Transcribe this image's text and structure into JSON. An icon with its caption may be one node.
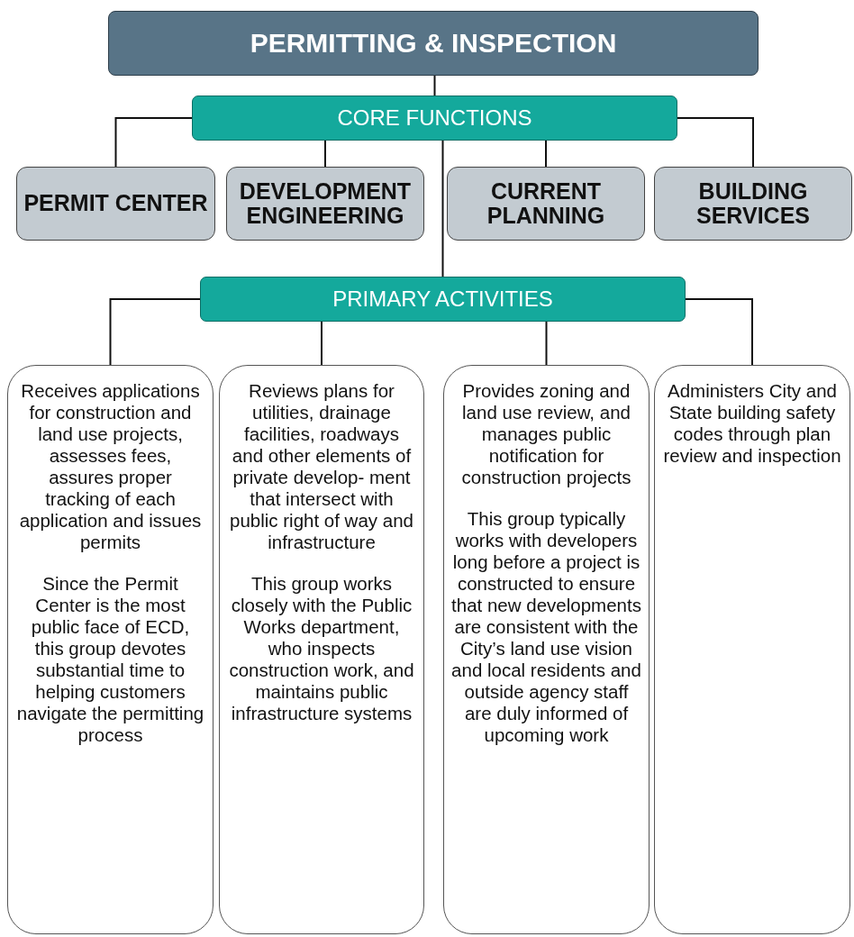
{
  "diagram": {
    "nodes": [
      {
        "text": [
          "PERMITTING & INSPECTION"
        ]
      },
      {
        "text": [
          "CORE FUNCTIONS"
        ]
      },
      {
        "text": [
          "PERMIT CENTER"
        ]
      },
      {
        "text": [
          "DEVELOPMENT ENGINEERING"
        ]
      },
      {
        "text": [
          "CURRENT PLANNING"
        ]
      },
      {
        "text": [
          "BUILDING SERVICES"
        ]
      },
      {
        "text": [
          "PRIMARY ACTIVITIES"
        ]
      },
      {
        "text": [
          "Receives applications for construction and land use projects, assesses fees, assures proper tracking of each application and issues permits",
          "Since the Permit Center is the most public face of ECD, this group devotes substantial time to helping customers navigate the permitting process"
        ]
      },
      {
        "text": [
          "Reviews plans for utilities, drainage facilities, roadways and other elements of private develop- ment that intersect with public right of way and infrastructure",
          "This group works closely with the Public Works department, who inspects construction work, and maintains public infrastructure systems"
        ]
      },
      {
        "text": [
          "Provides zoning and land use review, and manages public notification for construction projects",
          "This group typically works with developers long before a project is constructed to ensure that new developments are consistent with the City’s land use vision and local residents and outside agency staff are duly informed of upcoming work"
        ]
      },
      {
        "text": [
          "Administers City and State building safety codes through plan review and inspection"
        ]
      }
    ],
    "edges": [
      {
        "from": 0,
        "to": 1,
        "arrow": "none"
      },
      {
        "from": 1,
        "to": 2,
        "arrow": "none"
      },
      {
        "from": 1,
        "to": 3,
        "arrow": "none"
      },
      {
        "from": 1,
        "to": 4,
        "arrow": "none"
      },
      {
        "from": 1,
        "to": 5,
        "arrow": "none"
      },
      {
        "from": 1,
        "to": 6,
        "arrow": "none"
      },
      {
        "from": 6,
        "to": 7,
        "arrow": "none"
      },
      {
        "from": 6,
        "to": 8,
        "arrow": "none"
      },
      {
        "from": 6,
        "to": 9,
        "arrow": "none"
      },
      {
        "from": 6,
        "to": 10,
        "arrow": "none"
      }
    ]
  }
}
